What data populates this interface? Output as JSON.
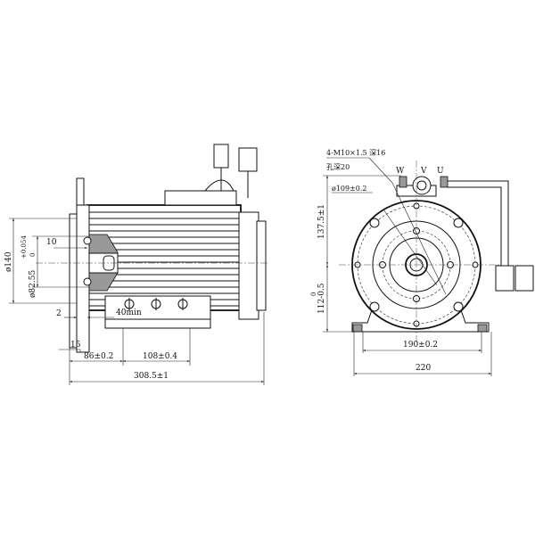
{
  "side_view": {
    "flange_diameter": "ø140",
    "spigot_diameter": "ø82.55",
    "spigot_tol_upper": "+0.054",
    "spigot_tol_lower": "0",
    "dim_10": "10",
    "dim_2": "2",
    "dim_40min": "40min",
    "dim_15": "15",
    "dim_86": "86±0.2",
    "dim_108": "108±0.4",
    "overall_length": "308.5±1"
  },
  "front_view": {
    "thread_note": "4-M10×1.5 深16",
    "hole_depth_note": "孔深20",
    "pitch_circle": "ø109±0.2",
    "phase_w": "W",
    "phase_v": "V",
    "phase_u": "U",
    "height_upper": "137.5±1",
    "height_lower": "112-0.5",
    "height_lower_tol": "0",
    "foot_hole_spacing": "190±0.2",
    "foot_width": "220"
  }
}
